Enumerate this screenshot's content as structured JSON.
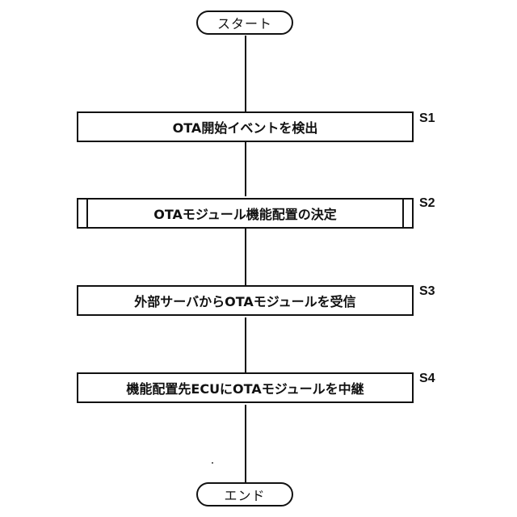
{
  "start": {
    "label": "スタート"
  },
  "end": {
    "label": "エンド"
  },
  "steps": [
    {
      "id": "S1",
      "label": "OTA開始イベントを検出",
      "predefined": false
    },
    {
      "id": "S2",
      "label": "OTAモジュール機能配置の決定",
      "predefined": true
    },
    {
      "id": "S3",
      "label": "外部サーバからOTAモジュールを受信",
      "predefined": false
    },
    {
      "id": "S4",
      "label": "機能配置先ECUにOTAモジュールを中継",
      "predefined": false
    }
  ]
}
